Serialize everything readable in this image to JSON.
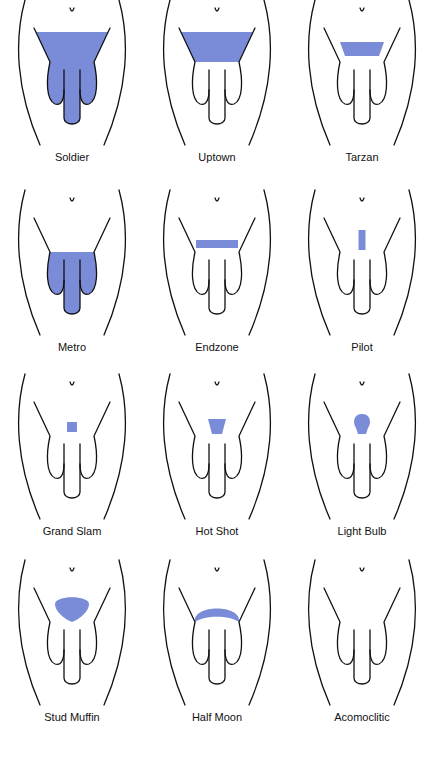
{
  "diagram": {
    "labels": [
      "Soldier",
      "Uptown",
      "Tarzan",
      "Metro",
      "Endzone",
      "Pilot",
      "Grand Slam",
      "Hot Shot",
      "Light Bulb",
      "Stud Muffin",
      "Half Moon",
      "Acomoclitic"
    ]
  }
}
